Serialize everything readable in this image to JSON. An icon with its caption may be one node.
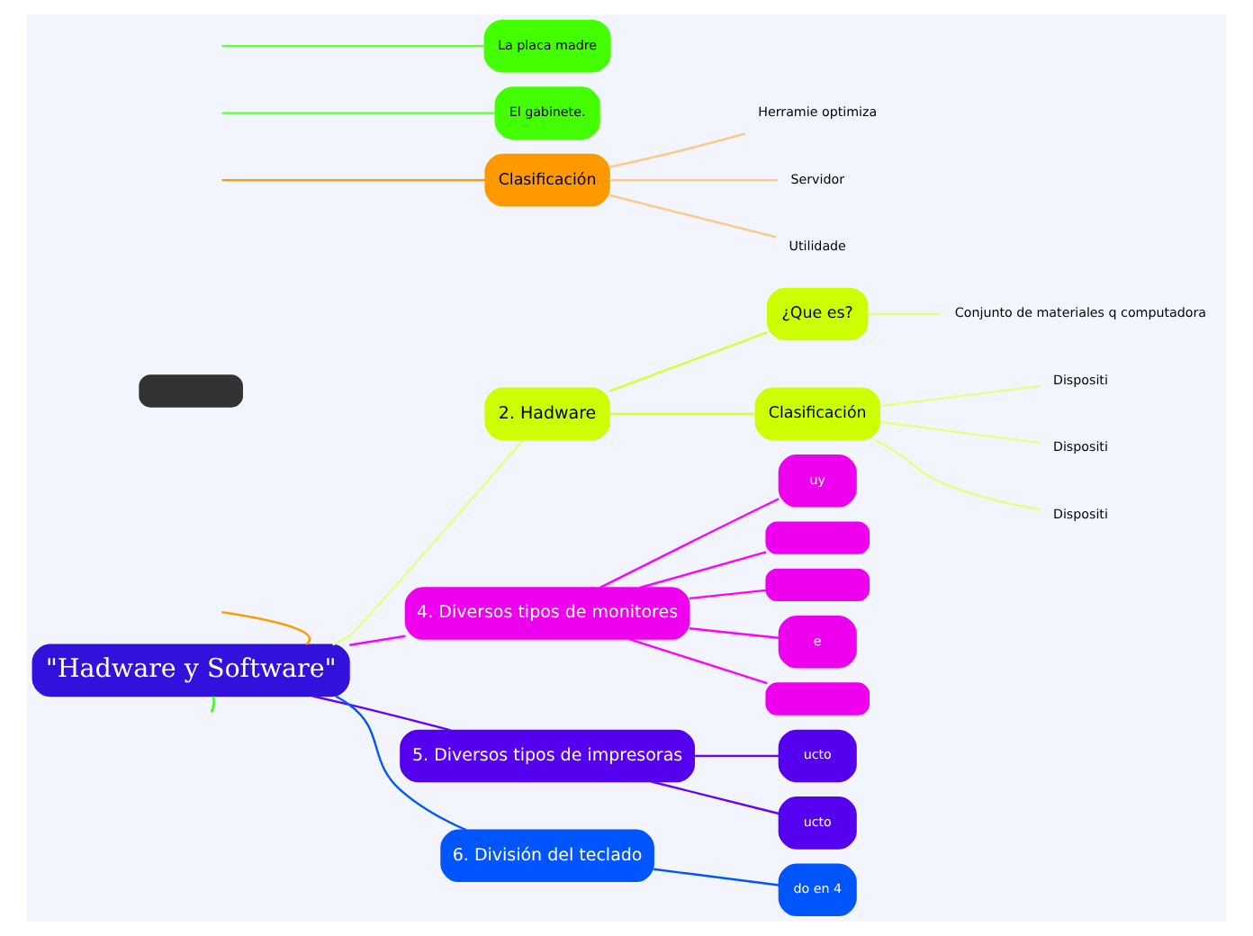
{
  "diagram": {
    "nodes": [
      {
        "text": [
          "\"Hadware y Software\""
        ]
      },
      {
        "text": [],
        "shape": "box"
      },
      {
        "text": [
          "Clasificación"
        ]
      },
      {
        "text": [
          "Herramie optimiza"
        ]
      },
      {
        "text": [
          "Servidor"
        ]
      },
      {
        "text": [
          "Utilidade"
        ]
      },
      {
        "text": [
          "2. Hadware"
        ]
      },
      {
        "text": [
          "¿Que es?"
        ]
      },
      {
        "text": [
          "Conjunto de materiales q computadora"
        ]
      },
      {
        "text": [
          "Clasificación"
        ]
      },
      {
        "text": [
          "Dispositi"
        ]
      },
      {
        "text": [
          "Dispositi"
        ]
      },
      {
        "text": [
          "Dispositi"
        ]
      },
      {
        "text": [
          "El gabinete."
        ]
      },
      {
        "text": [
          "La placa madre"
        ]
      },
      {
        "text": [
          "4. Diversos tipos de monitores"
        ]
      },
      {
        "text": [
          "uy"
        ]
      },
      {
        "text": [],
        "shape": "box"
      },
      {
        "text": [],
        "shape": "box"
      },
      {
        "text": [
          "e"
        ]
      },
      {
        "text": [],
        "shape": "box"
      },
      {
        "text": [
          "5. Diversos tipos de impresoras"
        ]
      },
      {
        "text": [
          "ucto"
        ]
      },
      {
        "text": [
          "ucto"
        ]
      },
      {
        "text": [
          "6. División del teclado"
        ]
      },
      {
        "text": [
          "do en 4"
        ]
      }
    ],
    "edges": [
      {
        "from": 0,
        "to": null,
        "arrow": "none",
        "color": "#ff9900"
      },
      {
        "from": null,
        "to": 2,
        "arrow": "none",
        "color": "#ff9900"
      },
      {
        "from": 2,
        "to": 3,
        "arrow": "none",
        "color": "#ffc880"
      },
      {
        "from": 2,
        "to": 4,
        "arrow": "none",
        "color": "#ffc880"
      },
      {
        "from": 2,
        "to": 5,
        "arrow": "none",
        "color": "#ffc880"
      },
      {
        "from": 0,
        "to": 6,
        "arrow": "none",
        "color": "#e6ff80"
      },
      {
        "from": 6,
        "to": 7,
        "arrow": "none",
        "color": "#d9ff33"
      },
      {
        "from": 7,
        "to": 8,
        "arrow": "none",
        "color": "#e6ff80"
      },
      {
        "from": 6,
        "to": 9,
        "arrow": "none",
        "color": "#d9ff33"
      },
      {
        "from": 9,
        "to": 10,
        "arrow": "none",
        "color": "#e6ff80"
      },
      {
        "from": 9,
        "to": 11,
        "arrow": "none",
        "color": "#e6ff80"
      },
      {
        "from": 9,
        "to": 12,
        "arrow": "none",
        "color": "#e6ff80"
      },
      {
        "from": 0,
        "to": null,
        "arrow": "none",
        "color": "#33ff00"
      },
      {
        "from": null,
        "to": 13,
        "arrow": "none",
        "color": "#66ff33"
      },
      {
        "from": null,
        "to": 14,
        "arrow": "none",
        "color": "#66ff33"
      },
      {
        "from": 0,
        "to": 15,
        "arrow": "none",
        "color": "#ff00ff"
      },
      {
        "from": 15,
        "to": 16,
        "arrow": "none",
        "color": "#ff00ff"
      },
      {
        "from": 15,
        "to": 17,
        "arrow": "none",
        "color": "#ff00ff"
      },
      {
        "from": 15,
        "to": 18,
        "arrow": "none",
        "color": "#ff00ff"
      },
      {
        "from": 15,
        "to": 19,
        "arrow": "none",
        "color": "#ff00ff"
      },
      {
        "from": 15,
        "to": 20,
        "arrow": "none",
        "color": "#ff00ff"
      },
      {
        "from": 0,
        "to": 21,
        "arrow": "none",
        "color": "#6600ff"
      },
      {
        "from": 21,
        "to": 22,
        "arrow": "none",
        "color": "#6600ff"
      },
      {
        "from": 21,
        "to": 23,
        "arrow": "none",
        "color": "#6600ff"
      },
      {
        "from": 0,
        "to": 24,
        "arrow": "none",
        "color": "#0055ff"
      },
      {
        "from": 24,
        "to": 25,
        "arrow": "none",
        "color": "#0055ff"
      }
    ]
  }
}
